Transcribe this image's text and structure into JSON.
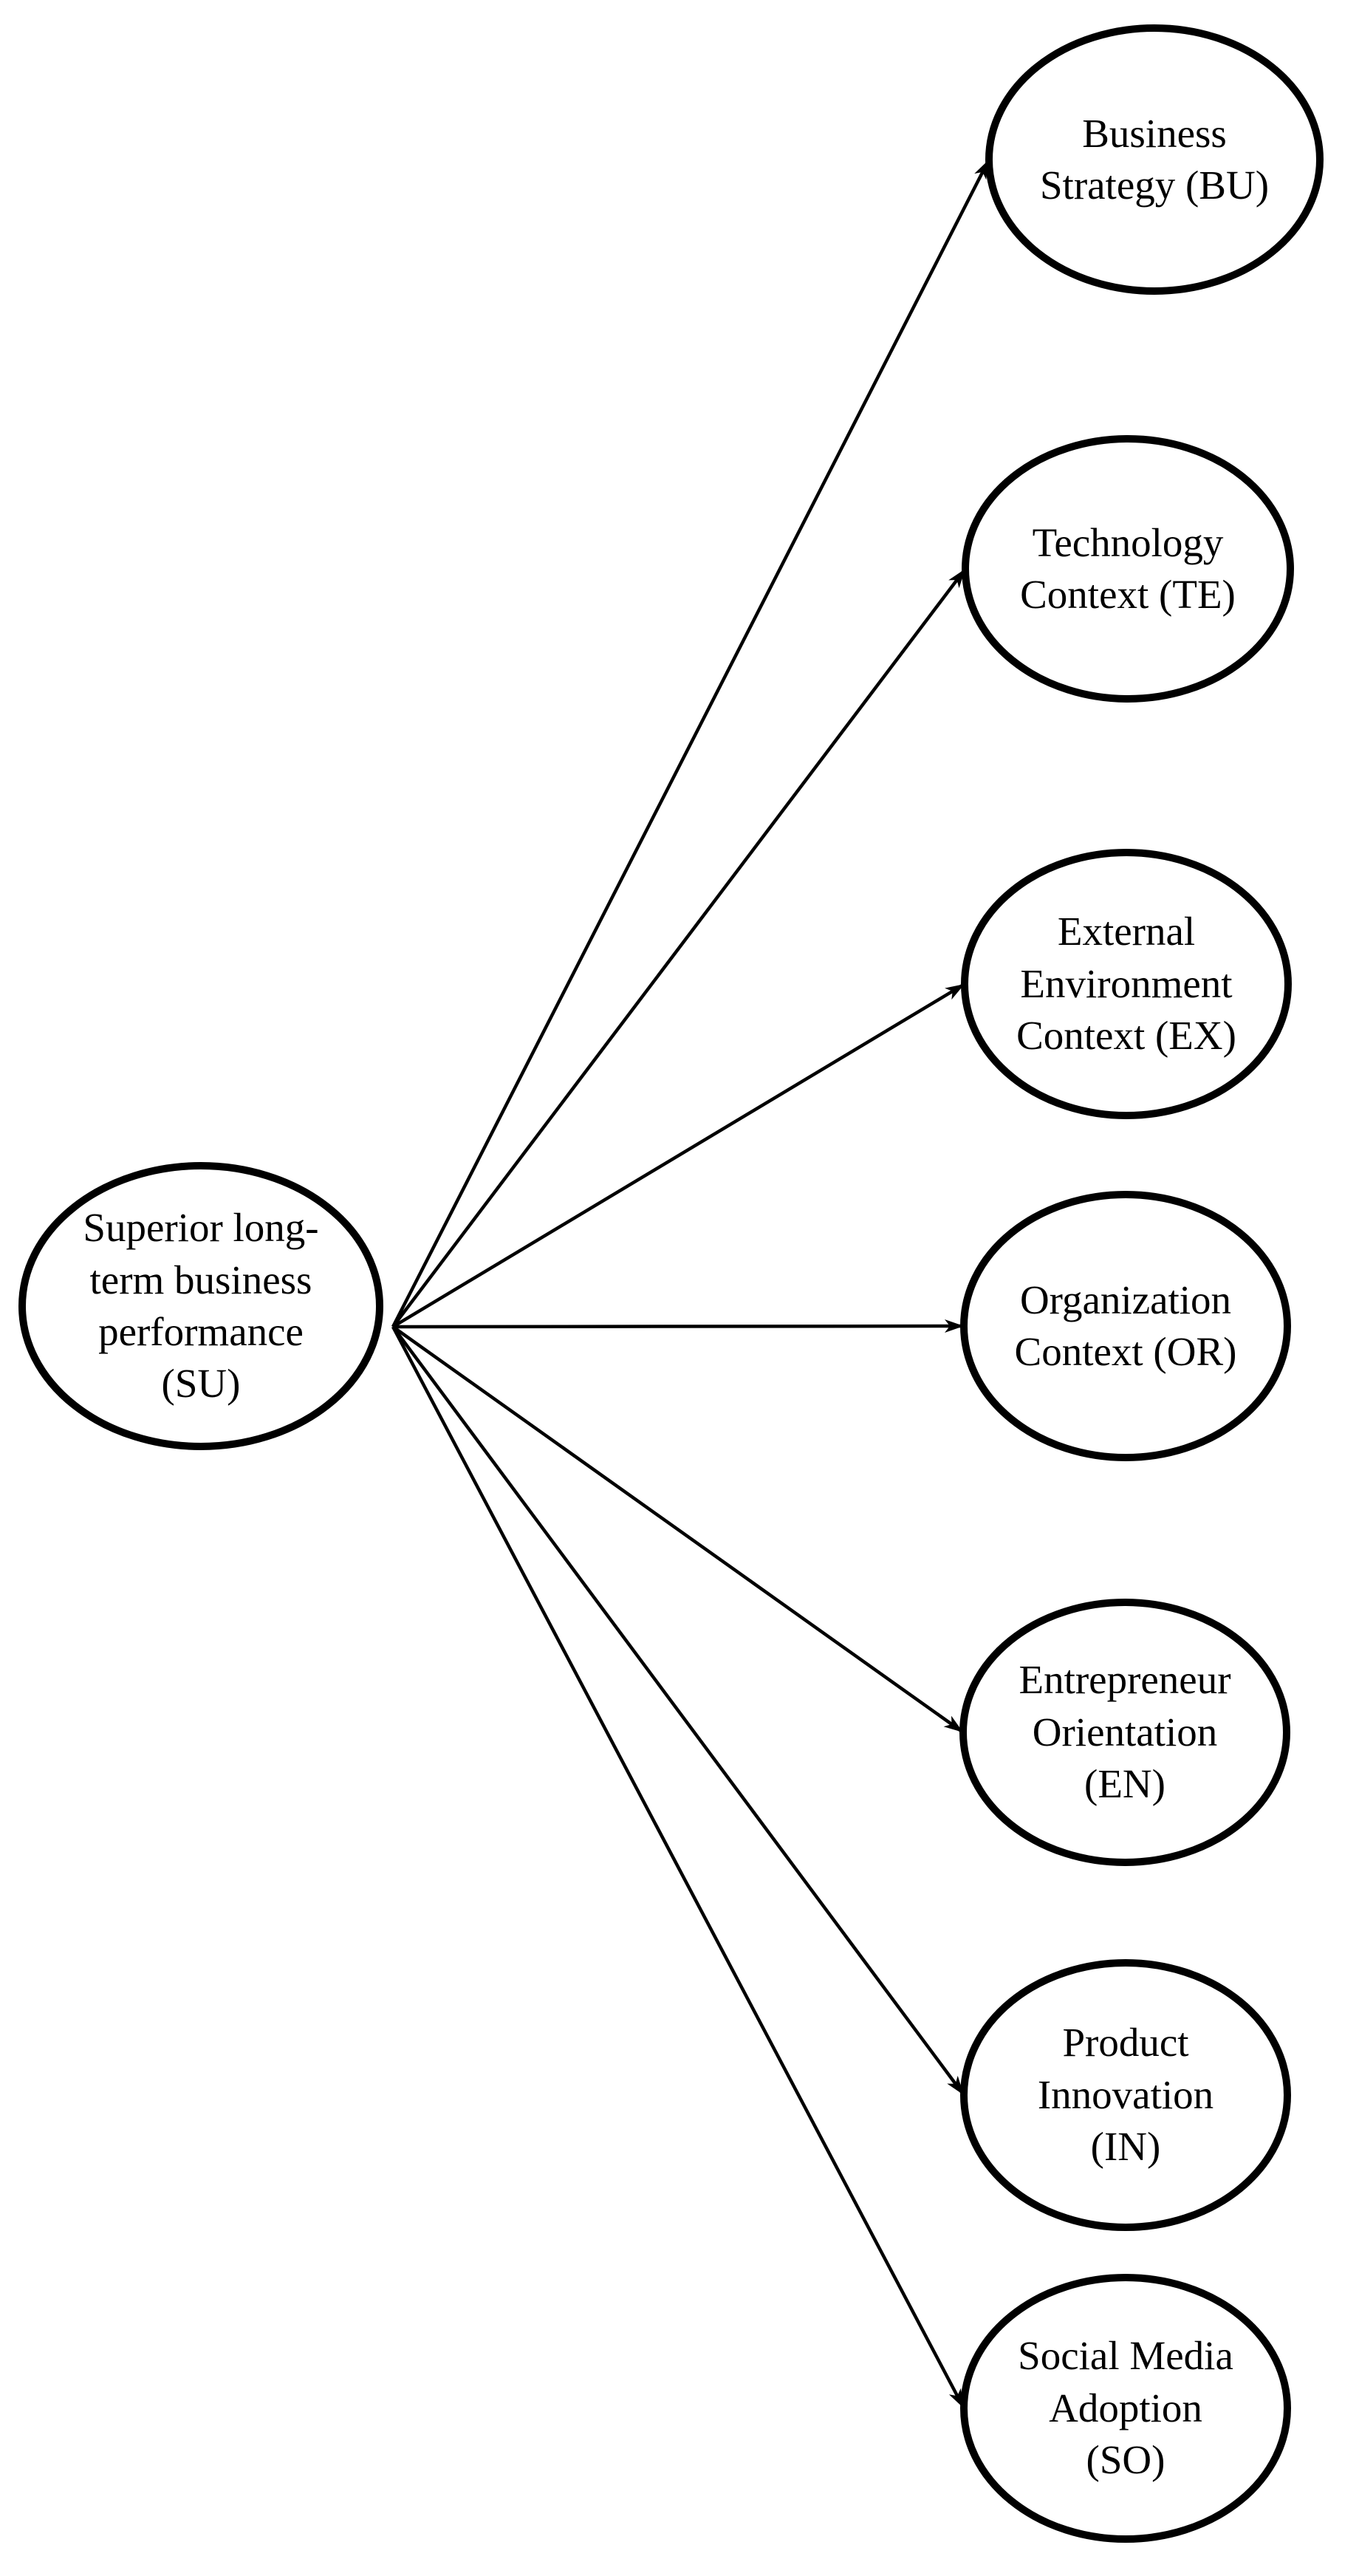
{
  "diagram": {
    "background": "#ffffff",
    "stroke_color": "#000000",
    "source_node": {
      "id": "SU",
      "label": "Superior long-term business performance (SU)",
      "lines": [
        "Superior long-",
        "term business",
        "performance",
        "(SU)"
      ]
    },
    "nodes": [
      {
        "id": "BU",
        "label": "Business Strategy (BU)",
        "lines": [
          "Business",
          "Strategy (BU)"
        ]
      },
      {
        "id": "TE",
        "label": "Technology Context (TE)",
        "lines": [
          "Technology",
          "Context (TE)"
        ]
      },
      {
        "id": "EX",
        "label": "External Environment Context (EX)",
        "lines": [
          "External",
          "Environment",
          "Context (EX)"
        ]
      },
      {
        "id": "OR",
        "label": "Organization Context (OR)",
        "lines": [
          "Organization",
          "Context (OR)"
        ]
      },
      {
        "id": "EN",
        "label": "Entrepreneur Orientation (EN)",
        "lines": [
          "Entrepreneur",
          "Orientation",
          "(EN)"
        ]
      },
      {
        "id": "IN",
        "label": "Product Innovation (IN)",
        "lines": [
          "Product",
          "Innovation",
          "(IN)"
        ]
      },
      {
        "id": "SO",
        "label": "Social Media Adoption (SO)",
        "lines": [
          "Social Media",
          "Adoption",
          "(SO)"
        ]
      }
    ],
    "edges": [
      {
        "from": "SU",
        "to": "BU"
      },
      {
        "from": "SU",
        "to": "TE"
      },
      {
        "from": "SU",
        "to": "EX"
      },
      {
        "from": "SU",
        "to": "OR"
      },
      {
        "from": "SU",
        "to": "EN"
      },
      {
        "from": "SU",
        "to": "IN"
      },
      {
        "from": "SU",
        "to": "SO"
      }
    ]
  }
}
